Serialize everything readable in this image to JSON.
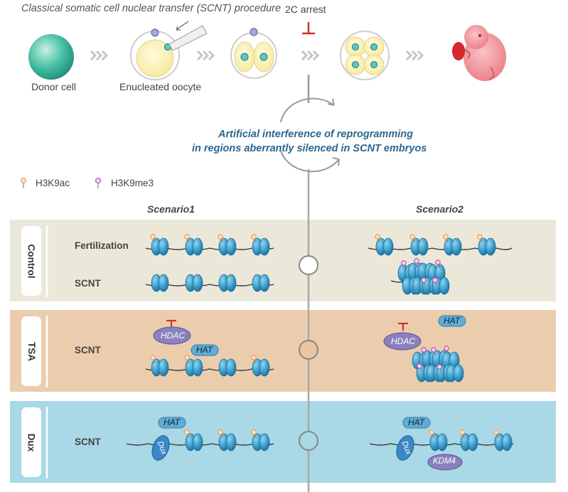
{
  "header": {
    "title": "Classical somatic cell nuclear transfer (SCNT) procedure",
    "arrest_label": "2C arrest"
  },
  "cells": {
    "donor_label": "Donor cell",
    "oocyte_label": "Enucleated oocyte"
  },
  "intervention": {
    "line1": "Artificial interference of reprogramming",
    "line2": "in regions aberrantly silenced in SCNT embryos"
  },
  "legend": {
    "acetyl": "H3K9ac",
    "methyl": "H3K9me3"
  },
  "scenarios": {
    "left": "Scenario1",
    "right": "Scenario2"
  },
  "panels": {
    "control": {
      "side_label": "Control",
      "row1": "Fertilization",
      "row2": "SCNT"
    },
    "tsa": {
      "side_label": "TSA",
      "row": "SCNT"
    },
    "dux": {
      "side_label": "Dux",
      "row": "SCNT"
    }
  },
  "molecules": {
    "hdac": "HDAC",
    "hat": "HAT",
    "dux": "Dux",
    "kdm4": "KDM4"
  },
  "colors": {
    "control_bg": "#ebe8da",
    "tsa_bg": "#ebcdae",
    "dux_bg": "#a9d8e6",
    "nucleosome": "#3a9ccb",
    "acetyl": "#f2a061",
    "methyl": "#c05cb6",
    "hdac": "#8a80bc",
    "hat": "#62acd6",
    "inhibit": "#d3302c"
  }
}
